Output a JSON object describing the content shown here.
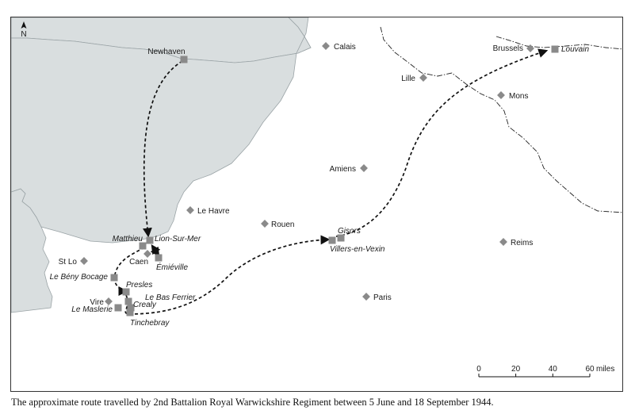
{
  "north_label": "N",
  "colors": {
    "land_fill": "#d9dedf",
    "coast_stroke": "#9aa3a6",
    "marker": "#8a8a8a",
    "route": "#111111"
  },
  "places": [
    {
      "id": "calais",
      "label": "Calais",
      "marker": "diamond",
      "italic": false
    },
    {
      "id": "brussels",
      "label": "Brussels",
      "marker": "diamond",
      "italic": false
    },
    {
      "id": "louvain",
      "label": "Louvain",
      "marker": "square",
      "italic": true
    },
    {
      "id": "newhaven",
      "label": "Newhaven",
      "marker": "square",
      "italic": false
    },
    {
      "id": "lille",
      "label": "Lille",
      "marker": "diamond",
      "italic": false
    },
    {
      "id": "mons",
      "label": "Mons",
      "marker": "diamond",
      "italic": false
    },
    {
      "id": "amiens",
      "label": "Amiens",
      "marker": "diamond",
      "italic": false
    },
    {
      "id": "le-havre",
      "label": "Le Havre",
      "marker": "diamond",
      "italic": false
    },
    {
      "id": "rouen",
      "label": "Rouen",
      "marker": "diamond",
      "italic": false
    },
    {
      "id": "gisors",
      "label": "Gisors",
      "marker": "square",
      "italic": true
    },
    {
      "id": "villers-en-vexin",
      "label": "Villers-en-Vexin",
      "marker": "square",
      "italic": true
    },
    {
      "id": "reims",
      "label": "Reims",
      "marker": "diamond",
      "italic": false
    },
    {
      "id": "matthieu",
      "label": "Matthieu",
      "marker": "square",
      "italic": true
    },
    {
      "id": "lion-sur-mer",
      "label": "Lion-Sur-Mer",
      "marker": "square",
      "italic": true
    },
    {
      "id": "caen",
      "label": "Caen",
      "marker": "diamond",
      "italic": false
    },
    {
      "id": "emieville",
      "label": "Émiéville",
      "marker": "square",
      "italic": true
    },
    {
      "id": "st-lo",
      "label": "St Lo",
      "marker": "diamond",
      "italic": false
    },
    {
      "id": "le-beny-bocage",
      "label": "Le Bény Bocage",
      "marker": "square",
      "italic": true
    },
    {
      "id": "presles",
      "label": "Presles",
      "marker": "square",
      "italic": true
    },
    {
      "id": "le-bas-ferrier",
      "label": "Le Bas Ferrier",
      "marker": "square",
      "italic": true
    },
    {
      "id": "vire",
      "label": "Vire",
      "marker": "diamond",
      "italic": false
    },
    {
      "id": "crealy",
      "label": "Crealy",
      "marker": "square",
      "italic": true
    },
    {
      "id": "le-maslerie",
      "label": "Le Maslerie",
      "marker": "square",
      "italic": true
    },
    {
      "id": "tinchebray",
      "label": "Tinchebray",
      "marker": "square",
      "italic": true
    },
    {
      "id": "paris",
      "label": "Paris",
      "marker": "diamond",
      "italic": false
    }
  ],
  "scale": {
    "ticks": [
      "0",
      "20",
      "40",
      "60"
    ],
    "unit": "miles"
  },
  "caption": "The approximate route travelled by 2nd Battalion Royal Warwickshire Regiment between 5 June and 18 September 1944."
}
